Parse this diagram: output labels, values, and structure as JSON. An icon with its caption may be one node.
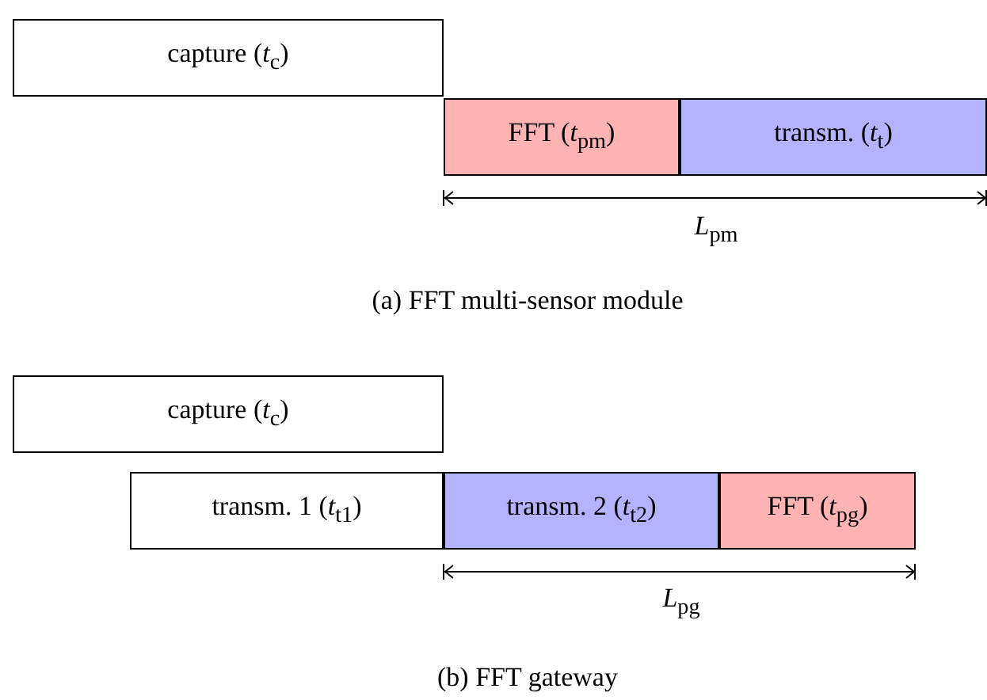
{
  "diagram": {
    "nodes": [
      {
        "text": [
          "capture (*t*$_{c}$)"
        ]
      },
      {
        "text": [
          "FFT (*t*$_{pm}$)"
        ]
      },
      {
        "text": [
          "transm. (*t*$_{t}$)"
        ]
      },
      {
        "text": [
          "capture (*t*$_{c}$)"
        ]
      },
      {
        "text": [
          "transm. 1 (*t*$_{t1}$)"
        ]
      },
      {
        "text": [
          "transm. 2 (*t*$_{t2}$)"
        ]
      },
      {
        "text": [
          "FFT (*t*$_{pg}$)"
        ]
      }
    ],
    "labels": [
      "*L*$_{pm}$",
      "(a) FFT multi-sensor module",
      "*L*$_{pg}$",
      "(b) FFT gateway"
    ]
  }
}
